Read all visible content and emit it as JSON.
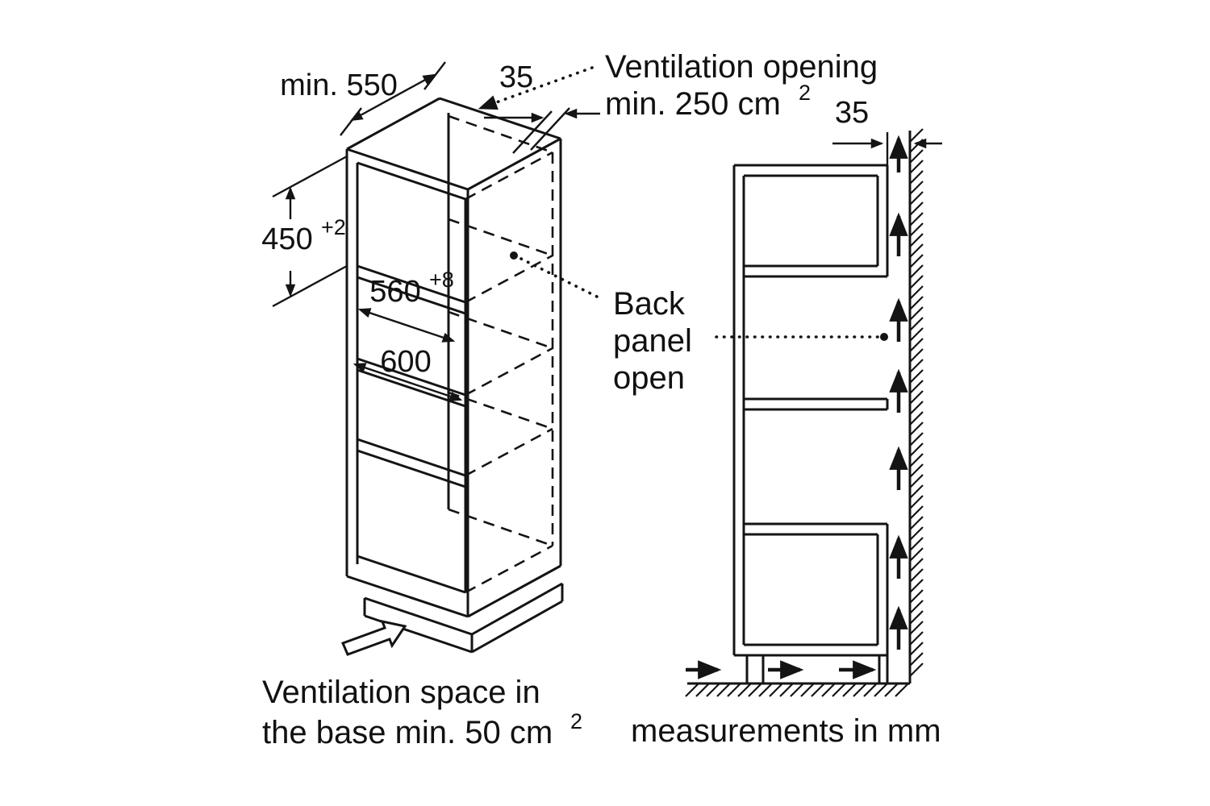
{
  "iso_view": {
    "depth_dim": "min. 550",
    "top_gap_dim": "35",
    "niche_height_dim": "450",
    "niche_height_tolerance": "+2",
    "niche_width_dim": "560",
    "niche_width_tolerance": "+8",
    "width_dim": "600"
  },
  "side_view": {
    "wall_gap_dim": "35"
  },
  "labels": {
    "ventilation_opening_line1": "Ventilation opening",
    "ventilation_opening_line2": "min. 250 cm",
    "ventilation_opening_sup": "2",
    "back_panel_line1": "Back",
    "back_panel_line2": "panel",
    "back_panel_line3": "open",
    "base_vent_line1": "Ventilation space in",
    "base_vent_line2": "the base min. 50 cm",
    "base_vent_sup": "2",
    "units_note": "measurements in mm"
  }
}
